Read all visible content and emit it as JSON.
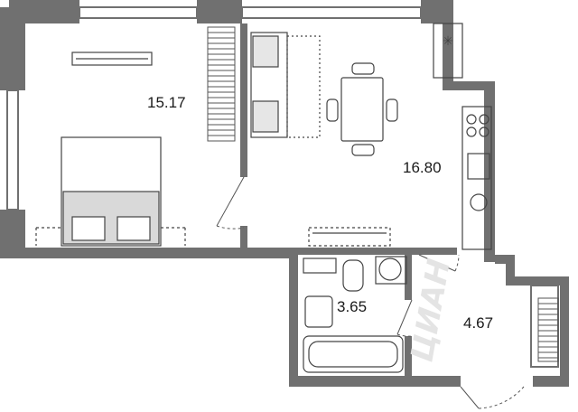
{
  "plan": {
    "rooms": [
      {
        "id": "bedroom",
        "area": "15.17"
      },
      {
        "id": "living-kitchen",
        "area": "16.80"
      },
      {
        "id": "bathroom",
        "area": "3.65"
      },
      {
        "id": "hall",
        "area": "4.67"
      }
    ],
    "watermark": "ЦИАН",
    "colors": {
      "wall": "#6f6f6f",
      "line": "#444444",
      "furniture_fill": "#d9d9d9"
    }
  }
}
